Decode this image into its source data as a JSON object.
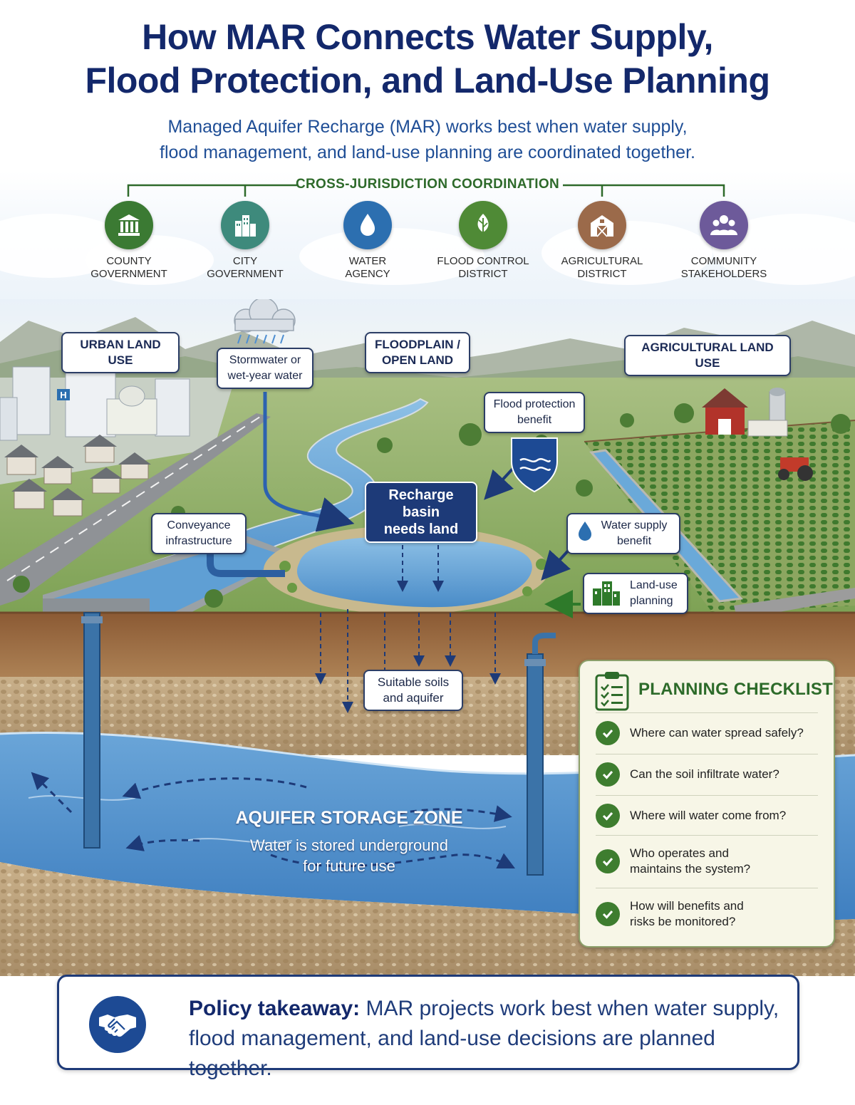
{
  "header": {
    "title_line1": "How MAR Connects Water Supply,",
    "title_line2": "Flood Protection, and Land-Use Planning",
    "subtitle_line1": "Managed Aquifer Recharge (MAR) works best when water supply,",
    "subtitle_line2": "flood management, and land-use planning are coordinated together."
  },
  "coordination": {
    "label": "CROSS-JURISDICTION COORDINATION",
    "organizations": [
      {
        "line1": "COUNTY",
        "line2": "GOVERNMENT",
        "icon": "courthouse-icon",
        "color": "#3b7a33"
      },
      {
        "line1": "CITY",
        "line2": "GOVERNMENT",
        "icon": "city-buildings-icon",
        "color": "#3e8a7c"
      },
      {
        "line1": "WATER",
        "line2": "AGENCY",
        "icon": "water-drop-icon",
        "color": "#2c6fb0"
      },
      {
        "line1": "FLOOD CONTROL",
        "line2": "DISTRICT",
        "icon": "leaf-icon",
        "color": "#4f8a36"
      },
      {
        "line1": "AGRICULTURAL",
        "line2": "DISTRICT",
        "icon": "barn-icon",
        "color": "#9b6a4a"
      },
      {
        "line1": "COMMUNITY",
        "line2": "STAKEHOLDERS",
        "icon": "people-icon",
        "color": "#6d5a9a"
      }
    ]
  },
  "landscape": {
    "urban_land_use": "URBAN LAND USE",
    "floodplain_line1": "FLOODPLAIN /",
    "floodplain_line2": "OPEN LAND",
    "agricultural_land_use": "AGRICULTURAL LAND USE",
    "stormwater_line1": "Stormwater or",
    "stormwater_line2": "wet-year water",
    "flood_benefit_line1": "Flood protection",
    "flood_benefit_line2": "benefit",
    "recharge_line1": "Recharge basin",
    "recharge_line2": "needs land",
    "conveyance_line1": "Conveyance",
    "conveyance_line2": "infrastructure",
    "water_supply_line1": "Water supply",
    "water_supply_line2": "benefit",
    "land_use_line1": "Land-use",
    "land_use_line2": "planning",
    "soils_line1": "Suitable soils",
    "soils_line2": "and aquifer",
    "hospital_sign": "H"
  },
  "aquifer": {
    "title": "AQUIFER STORAGE ZONE",
    "sub_line1": "Water is stored underground",
    "sub_line2": "for future use"
  },
  "checklist": {
    "title": "PLANNING CHECKLIST",
    "items": [
      {
        "line1": "Where can water spread safely?",
        "line2": ""
      },
      {
        "line1": "Can the soil infiltrate water?",
        "line2": ""
      },
      {
        "line1": "Where will water come from?",
        "line2": ""
      },
      {
        "line1": "Who operates and",
        "line2": "maintains the system?"
      },
      {
        "line1": "How will benefits and",
        "line2": "risks be monitored?"
      }
    ]
  },
  "policy": {
    "lead": "Policy takeaway:",
    "text_line1": "MAR projects work best when water supply,",
    "text_line2": "flood management, and land-use decisions are planned together."
  },
  "colors": {
    "title_navy": "#13286b",
    "accent_green": "#2e6a2a",
    "water_blue": "#4a8cc8",
    "dark_navy": "#1d3a78"
  }
}
